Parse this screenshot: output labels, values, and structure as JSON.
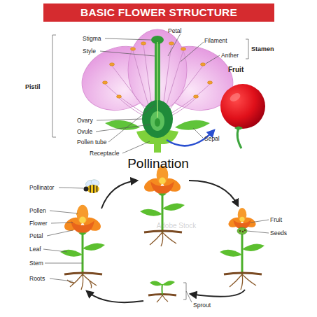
{
  "diagram": {
    "title": "BASIC FLOWER STRUCTURE",
    "labels": [
      "Stigma",
      "Petal",
      "Filament",
      "Stamen",
      "Style",
      "Anther",
      "Fruit",
      "Pistil",
      "Ovary",
      "Ovule",
      "Sepal",
      "Pollen tube",
      "Receptacle",
      "Pollination",
      "Pollinator",
      "Pollen",
      "Fruit",
      "Flower",
      "Seeds",
      "Petal",
      "Leaf",
      "Stem",
      "Roots",
      "Sprout",
      "Adobe Stock"
    ]
  }
}
